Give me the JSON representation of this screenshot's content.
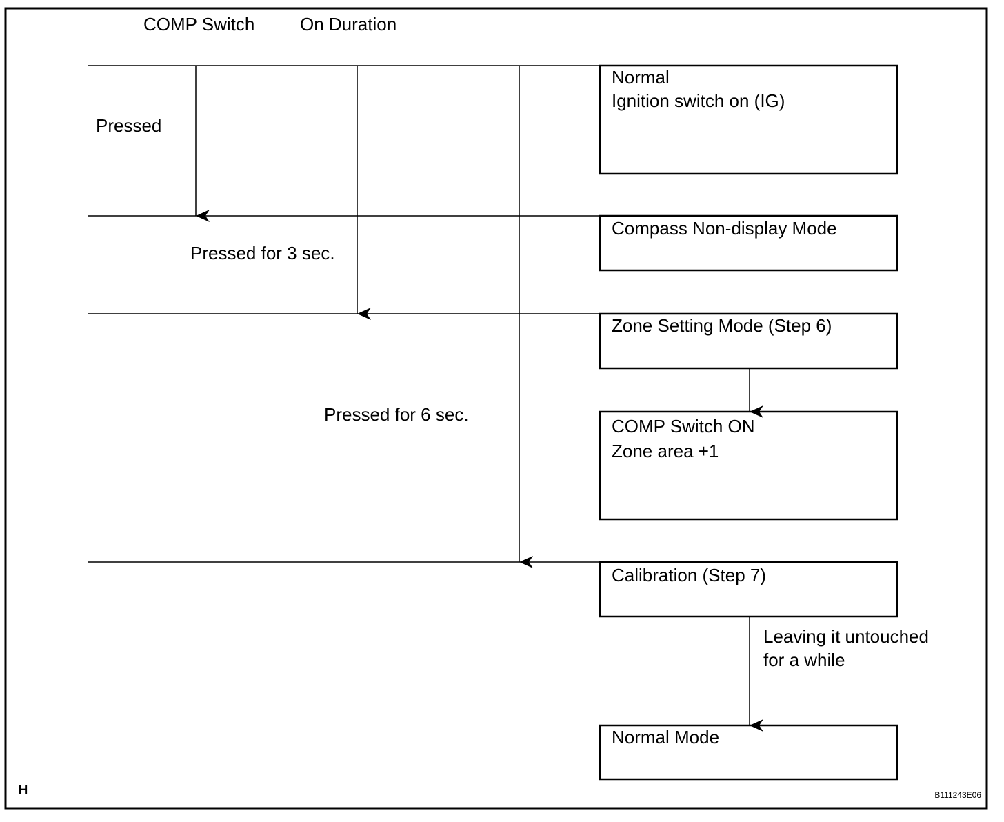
{
  "header": {
    "comp_switch": "COMP Switch",
    "on_duration": "On Duration"
  },
  "conditions": {
    "pressed": "Pressed",
    "pressed_3": "Pressed for 3 sec.",
    "pressed_6": "Pressed for 6 sec.",
    "untouched_1": "Leaving it untouched",
    "untouched_2": "for a while"
  },
  "boxes": {
    "normal": [
      "Normal",
      "Ignition switch on (IG)"
    ],
    "compass": [
      "Compass Non-display Mode"
    ],
    "zone": [
      "Zone Setting Mode (Step 6)"
    ],
    "comp_on": [
      "COMP Switch ON",
      "Zone area +1"
    ],
    "calibration": [
      "Calibration (Step 7)"
    ],
    "normal_mode": [
      "Normal Mode"
    ]
  },
  "footer": {
    "corner_letter": "H",
    "figure_id": "B111243E06"
  },
  "colors": {
    "stroke": "#000000",
    "background": "#ffffff"
  }
}
